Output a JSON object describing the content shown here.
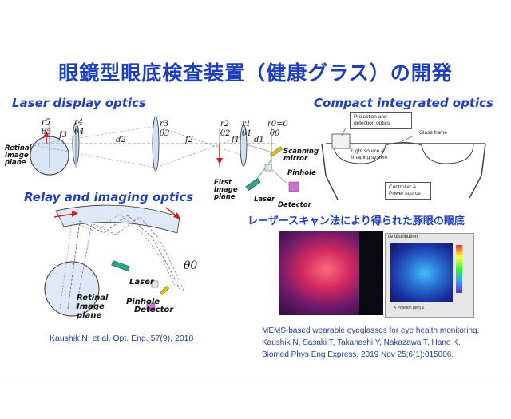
{
  "title": "眼鏡型眼底検査装置（健康グラス）の開発",
  "sections": {
    "laser_display": "Laser display optics",
    "compact": "Compact integrated optics",
    "relay": "Relay and imaging  optics",
    "pig_eye": "レーザースキャン法により得られた豚眼の眼底"
  },
  "laser_diagram": {
    "retinal_image_plane": [
      "Retinal",
      "Image",
      "plane"
    ],
    "first_image_plane": [
      "First",
      "Image",
      "plane"
    ],
    "scanning_mirror": [
      "Scanning",
      "mirror"
    ],
    "pinhole": "Pinhole",
    "laser": "Laser",
    "detector": "Detector",
    "r5": "r5",
    "theta5": "θ5",
    "r4": "r4",
    "theta4": "θ4",
    "r3": "r3",
    "theta3": "θ3",
    "r2": "r2",
    "theta2": "θ2",
    "r1": "r1",
    "theta1": "θ1",
    "r0": "r0=0",
    "theta0": "θ0",
    "f3": "f3",
    "d2": "d2",
    "f2": "f2",
    "d1": "d1",
    "f1": "f1"
  },
  "compact_diagram": {
    "projection": [
      "Projection and",
      "detection optics"
    ],
    "light_source": [
      "Light source &",
      "Imaging system"
    ],
    "glass_frame": "Glass frame",
    "controller": [
      "Controller &",
      "Power source"
    ]
  },
  "relay_diagram": {
    "theta0": "θ0",
    "laser": "Laser",
    "pinhole": "Pinhole",
    "detector": "Detector",
    "retinal_image_plane": [
      "Retinal",
      "Image",
      "plane"
    ]
  },
  "fundus": {
    "plot_title": "ce distribution",
    "xaxis": "X Position (um) 2"
  },
  "citation_left": "Kaushik N, et al, Opt. Eng. 57(9), 2018",
  "citation_right": [
    "MEMS-based wearable eyeglasses for eye health monitoring.",
    "Kaushik N, Sasaki T, Takahashi Y, Nakazawa T, Hane K.",
    "Biomed Phys Eng Express. 2019 Nov 25;6(1):015006."
  ],
  "colors": {
    "title": "#1e3fbf",
    "accent_line": "#e8a060"
  }
}
